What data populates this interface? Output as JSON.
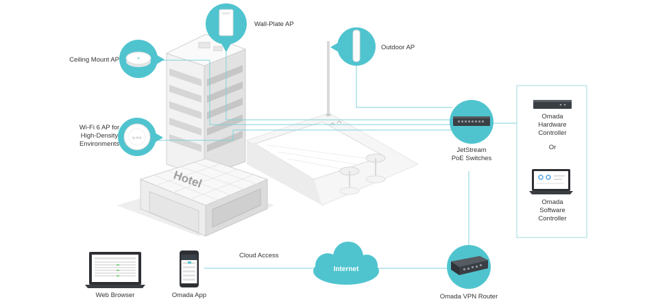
{
  "labels": {
    "wall_plate_ap": "Wall-Plate AP",
    "ceiling_mount_ap": "Ceiling Mount AP",
    "outdoor_ap": "Outdoor AP",
    "wifi6_ap": "Wi-Fi 6 AP for\nHigh-Density\nEnvironments",
    "switches": "JetStream\nPoE Switches",
    "hw_controller": "Omada\nHardware\nController",
    "or": "Or",
    "sw_controller": "Omada\nSoftware\nController",
    "web_browser": "Web Browser",
    "omada_app": "Omada App",
    "cloud_access": "Cloud Access",
    "internet": "Internet",
    "router": "Omada VPN Router",
    "hotel_sign": "Hotel"
  },
  "colors": {
    "accent_teal": "#4fc4cf",
    "line_teal": "#7fd1d8",
    "device_dark": "#3a3f44",
    "building_light": "#f4f4f4",
    "building_shade": "#dcdcdc",
    "text": "#333333"
  }
}
